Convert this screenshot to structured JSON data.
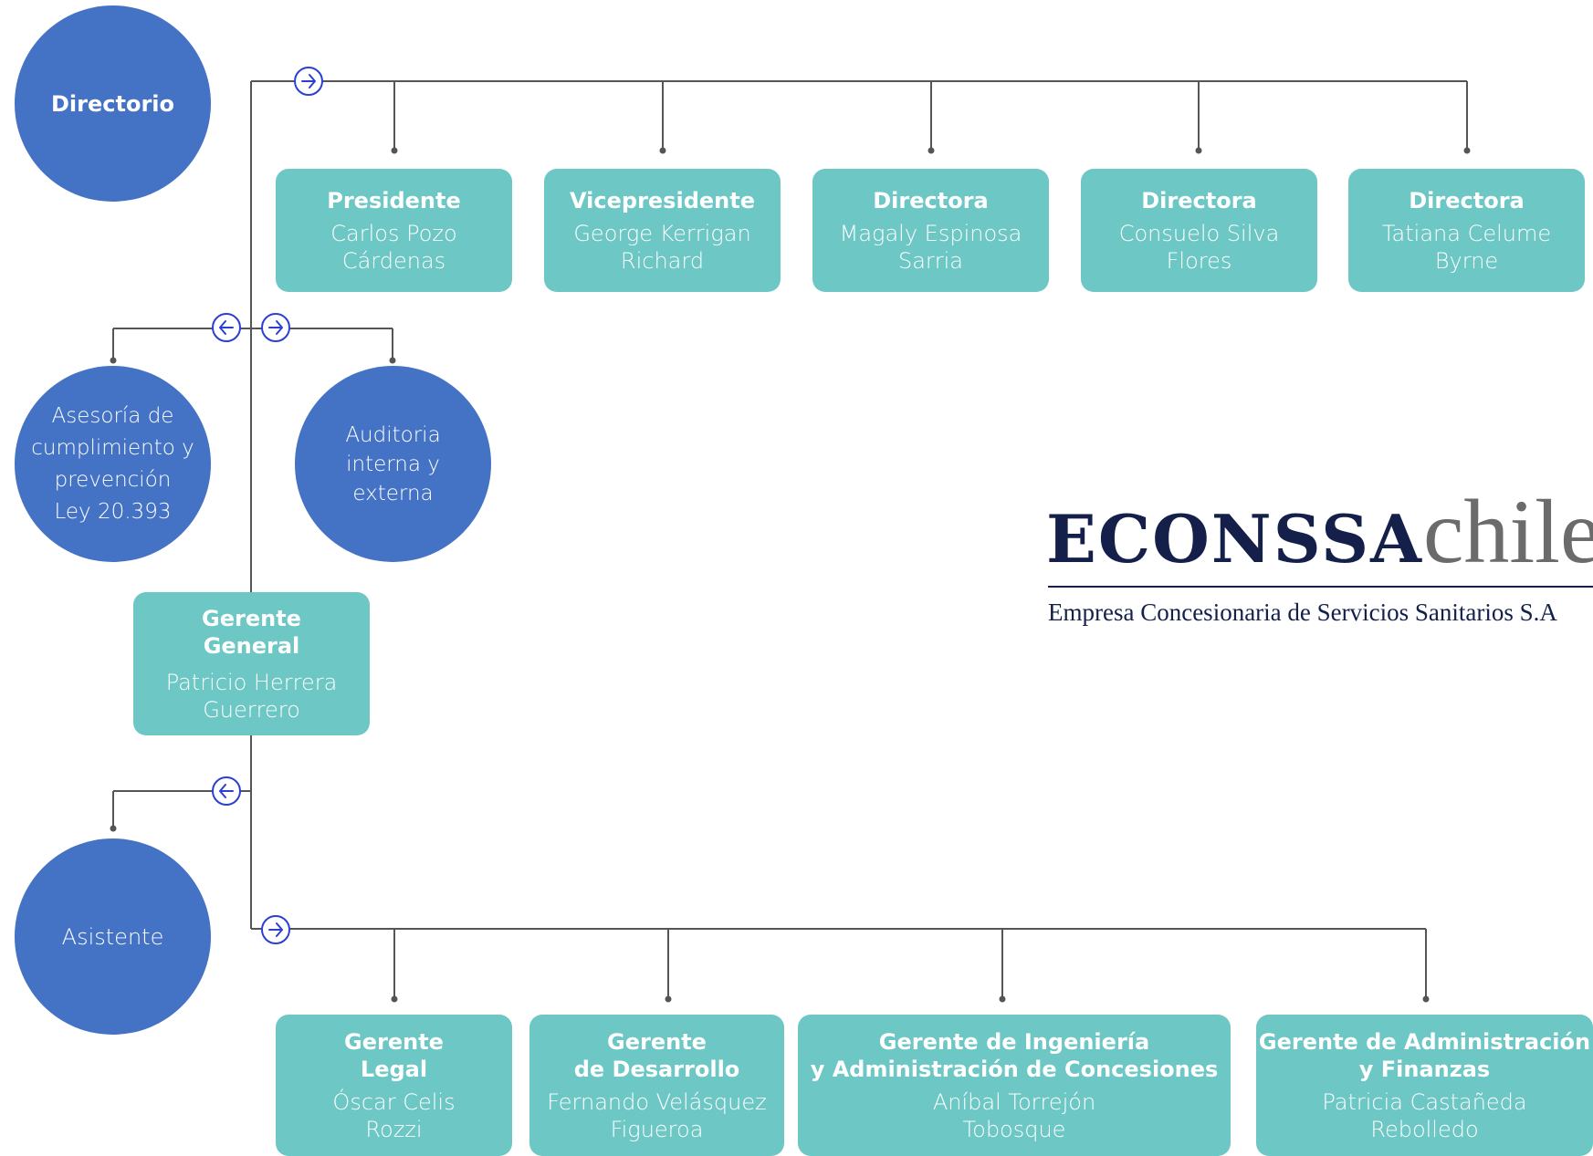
{
  "colors": {
    "circle": "#4472c4",
    "box": "#6cc7c5",
    "line": "#555555",
    "brand_dark": "#14204a",
    "brand_gray": "#6b6b6b"
  },
  "board": {
    "label": "Directorio"
  },
  "directors": [
    {
      "role": "Presidente",
      "name": "Carlos Pozo\nCárdenas"
    },
    {
      "role": "Vicepresidente",
      "name": "George Kerrigan\nRichard"
    },
    {
      "role": "Directora",
      "name": "Magaly Espinosa\nSarria"
    },
    {
      "role": "Directora",
      "name": "Consuelo Silva\nFlores"
    },
    {
      "role": "Directora",
      "name": "Tatiana Celume\nByrne"
    }
  ],
  "advisors": [
    {
      "label": "Asesoría de\ncumplimiento y\nprevención\nLey 20.393"
    },
    {
      "label": "Auditoria\ninterna y\nexterna"
    }
  ],
  "general_manager": {
    "role": "Gerente\nGeneral",
    "name": "Patricio Herrera\nGuerrero"
  },
  "assistant": {
    "label": "Asistente"
  },
  "managers": [
    {
      "role": "Gerente\nLegal",
      "name": "Óscar Celis\nRozzi"
    },
    {
      "role": "Gerente\nde Desarrollo",
      "name": "Fernando Velásquez\nFigueroa"
    },
    {
      "role": "Gerente de Ingeniería\ny Administración de Concesiones",
      "name": "Aníbal Torrejón\nTobosque"
    },
    {
      "role": "Gerente de Administración\ny Finanzas",
      "name": "Patricia Castañeda\nRebolledo"
    }
  ],
  "logo": {
    "brand_bold": "ECONSSA",
    "brand_light": "chile",
    "tagline": "Empresa Concesionaria de Servicios Sanitarios S.A"
  },
  "icons": {
    "arrow_right": "arrow-right-circle-icon",
    "arrow_left": "arrow-left-circle-icon"
  }
}
